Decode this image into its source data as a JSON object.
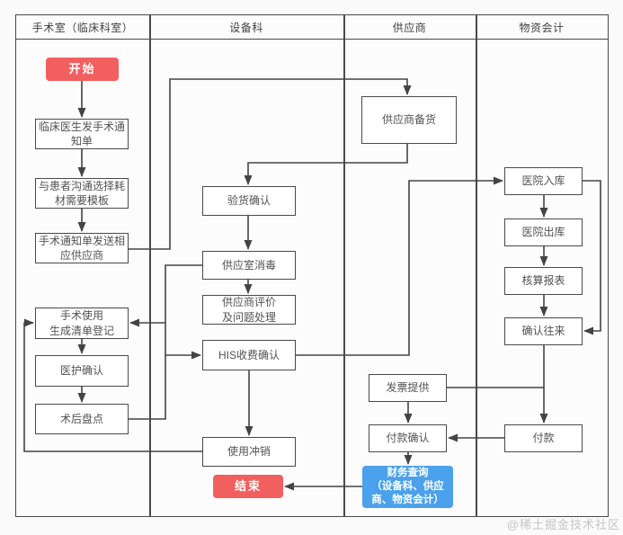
{
  "diagram": {
    "lanes": [
      {
        "label": "手术室（临床科室）"
      },
      {
        "label": "设备科"
      },
      {
        "label": "供应商"
      },
      {
        "label": "物资会计"
      }
    ],
    "nodes": {
      "start": {
        "label": "开始",
        "type": "terminal"
      },
      "clinical_notice": {
        "label": "临床医生发手术通\n知单"
      },
      "patient_comm": {
        "label": "与患者沟通选择耗\n材需要模板"
      },
      "send_supplier": {
        "label": "手术通知单发送相\n应供应商"
      },
      "usage_register": {
        "label": "手术使用\n生成清单登记"
      },
      "nurse_confirm": {
        "label": "医护确认"
      },
      "post_op_count": {
        "label": "术后盘点"
      },
      "goods_check": {
        "label": "验货确认"
      },
      "supply_disinfect": {
        "label": "供应室消毒"
      },
      "supplier_eval": {
        "label": "供应商评价\n及问题处理"
      },
      "his_charge": {
        "label": "HIS收费确认"
      },
      "usage_writeoff": {
        "label": "使用冲销"
      },
      "end": {
        "label": "结束",
        "type": "terminal"
      },
      "supplier_prepare": {
        "label": "供应商备货"
      },
      "invoice_provide": {
        "label": "发票提供"
      },
      "payment_confirm": {
        "label": "付款确认"
      },
      "finance_query": {
        "label": "财务查询\n（设备科、供应\n商、物资会计）",
        "type": "query"
      },
      "hosp_inbound": {
        "label": "医院入库"
      },
      "hosp_outbound": {
        "label": "医院出库"
      },
      "account_report": {
        "label": "核算报表"
      },
      "confirm_transactions": {
        "label": "确认往来"
      },
      "payment": {
        "label": "付款"
      }
    },
    "watermark": "@稀土掘金技术社区"
  },
  "colors": {
    "terminal_red": "#f25f5f",
    "query_blue": "#4ba1eb",
    "line": "#444444",
    "box_border": "#4a4a4a",
    "box_bg": "#ffffff",
    "box_text": "#525252",
    "header_text": "#3f3f3f",
    "watermark": "#c5c5c5",
    "page_bg": "#fafafa",
    "panel_bg": "#fcfcfc"
  }
}
